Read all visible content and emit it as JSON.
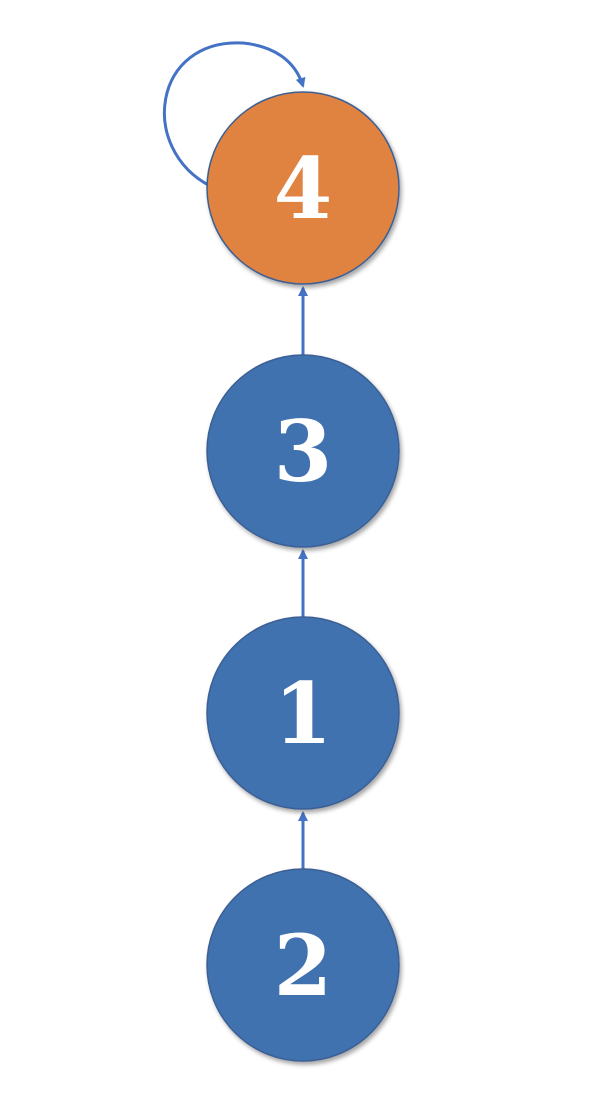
{
  "colors": {
    "default_node": "#3f72b0",
    "root_node": "#e08240",
    "edge": "#4472c4",
    "label": "#ffffff"
  },
  "nodes": [
    {
      "id": "4",
      "label": "4",
      "role": "root"
    },
    {
      "id": "3",
      "label": "3",
      "role": "default"
    },
    {
      "id": "1",
      "label": "1",
      "role": "default"
    },
    {
      "id": "2",
      "label": "2",
      "role": "default"
    }
  ],
  "edges": [
    {
      "from": "4",
      "to": "4",
      "type": "self-loop"
    },
    {
      "from": "3",
      "to": "4"
    },
    {
      "from": "1",
      "to": "3"
    },
    {
      "from": "2",
      "to": "1"
    }
  ]
}
